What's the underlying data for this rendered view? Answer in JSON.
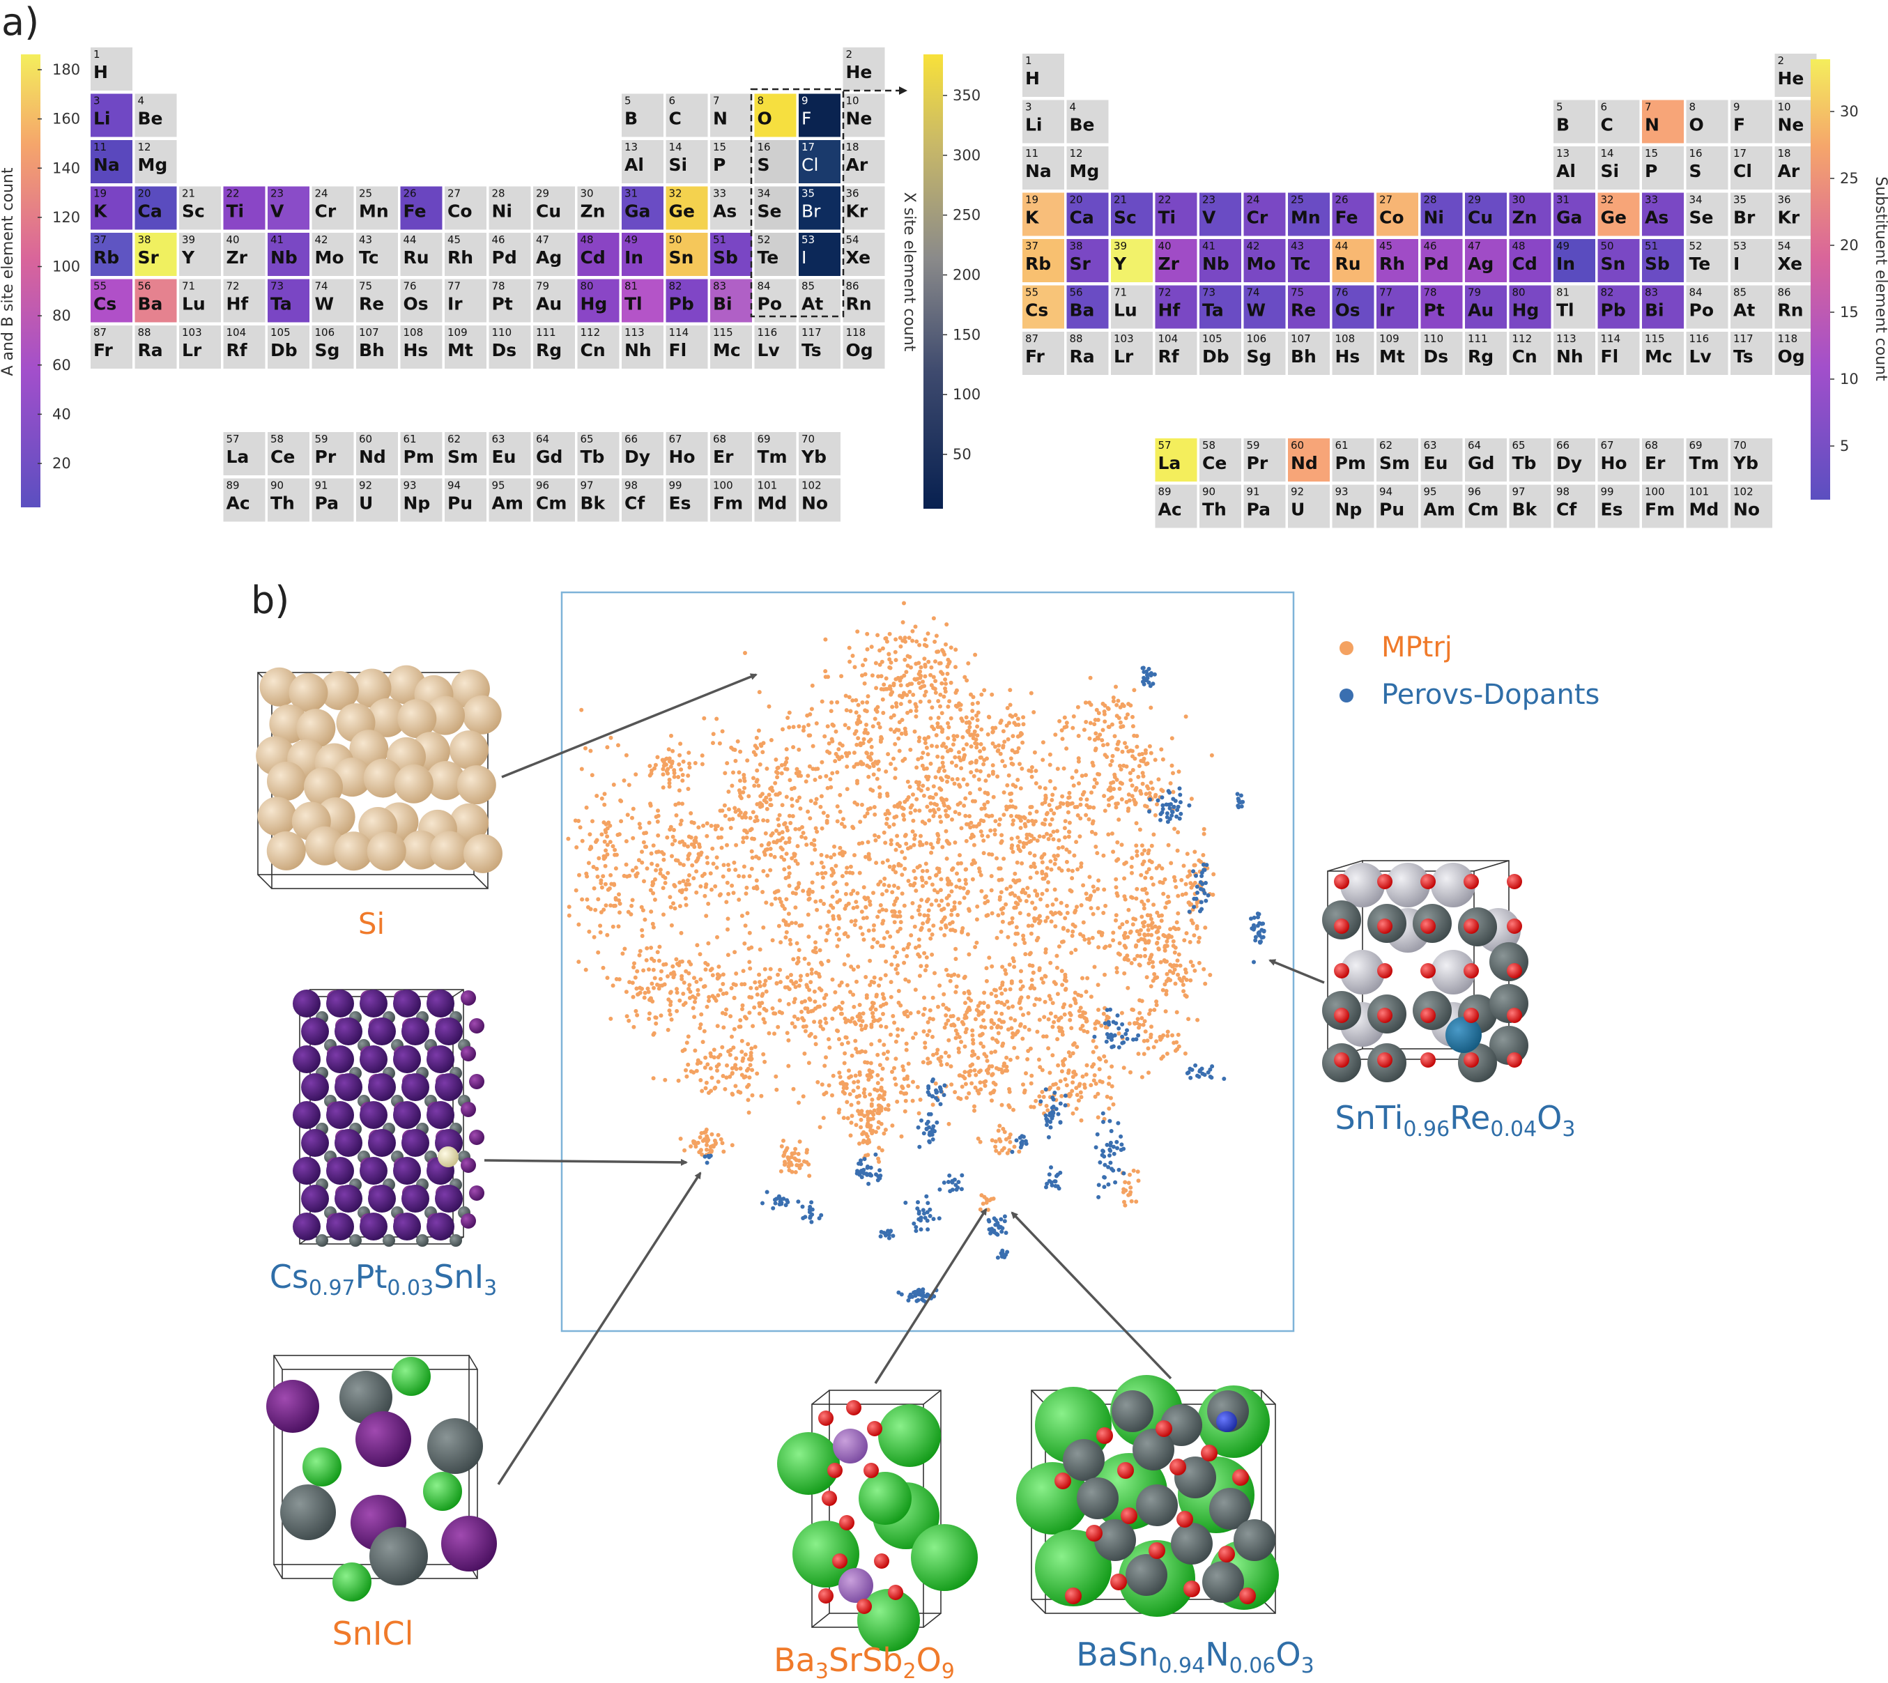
{
  "panel_labels": {
    "a": "a)",
    "b": "b)"
  },
  "panel_a": {
    "left_table": {
      "ab_axis_title": "A and B site element count",
      "ab_ticks": [
        "20",
        "40",
        "60",
        "80",
        "100",
        "120",
        "140",
        "160",
        "180"
      ],
      "x_axis_title": "X site element count",
      "x_ticks": [
        "50",
        "100",
        "150",
        "200",
        "250",
        "300",
        "350"
      ]
    },
    "right_table": {
      "axis_title": "Substituent element count",
      "ticks": [
        "5",
        "10",
        "15",
        "20",
        "25",
        "30"
      ]
    },
    "colors": {
      "empty": "#d9d9d9",
      "plasma_low": "#6a51c7",
      "plasma_mid": "#b454c8",
      "plasma_pink": "#e5828f",
      "plasma_orange": "#f7b574",
      "plasma_yellow": "#f4ee5c",
      "cividis_dark": "#0a2350",
      "cividis_gray": "#bdbdbd",
      "cividis_yellow": "#f6d845"
    }
  },
  "elements": [
    [
      "1",
      "H",
      0,
      0
    ],
    [
      "2",
      "He",
      0,
      17
    ],
    [
      "3",
      "Li",
      1,
      0
    ],
    [
      "4",
      "Be",
      1,
      1
    ],
    [
      "5",
      "B",
      1,
      12
    ],
    [
      "6",
      "C",
      1,
      13
    ],
    [
      "7",
      "N",
      1,
      14
    ],
    [
      "8",
      "O",
      1,
      15
    ],
    [
      "9",
      "F",
      1,
      16
    ],
    [
      "10",
      "Ne",
      1,
      17
    ],
    [
      "11",
      "Na",
      2,
      0
    ],
    [
      "12",
      "Mg",
      2,
      1
    ],
    [
      "13",
      "Al",
      2,
      12
    ],
    [
      "14",
      "Si",
      2,
      13
    ],
    [
      "15",
      "P",
      2,
      14
    ],
    [
      "16",
      "S",
      2,
      15
    ],
    [
      "17",
      "Cl",
      2,
      16
    ],
    [
      "18",
      "Ar",
      2,
      17
    ],
    [
      "19",
      "K",
      3,
      0
    ],
    [
      "20",
      "Ca",
      3,
      1
    ],
    [
      "21",
      "Sc",
      3,
      2
    ],
    [
      "22",
      "Ti",
      3,
      3
    ],
    [
      "23",
      "V",
      3,
      4
    ],
    [
      "24",
      "Cr",
      3,
      5
    ],
    [
      "25",
      "Mn",
      3,
      6
    ],
    [
      "26",
      "Fe",
      3,
      7
    ],
    [
      "27",
      "Co",
      3,
      8
    ],
    [
      "28",
      "Ni",
      3,
      9
    ],
    [
      "29",
      "Cu",
      3,
      10
    ],
    [
      "30",
      "Zn",
      3,
      11
    ],
    [
      "31",
      "Ga",
      3,
      12
    ],
    [
      "32",
      "Ge",
      3,
      13
    ],
    [
      "33",
      "As",
      3,
      14
    ],
    [
      "34",
      "Se",
      3,
      15
    ],
    [
      "35",
      "Br",
      3,
      16
    ],
    [
      "36",
      "Kr",
      3,
      17
    ],
    [
      "37",
      "Rb",
      4,
      0
    ],
    [
      "38",
      "Sr",
      4,
      1
    ],
    [
      "39",
      "Y",
      4,
      2
    ],
    [
      "40",
      "Zr",
      4,
      3
    ],
    [
      "41",
      "Nb",
      4,
      4
    ],
    [
      "42",
      "Mo",
      4,
      5
    ],
    [
      "43",
      "Tc",
      4,
      6
    ],
    [
      "44",
      "Ru",
      4,
      7
    ],
    [
      "45",
      "Rh",
      4,
      8
    ],
    [
      "46",
      "Pd",
      4,
      9
    ],
    [
      "47",
      "Ag",
      4,
      10
    ],
    [
      "48",
      "Cd",
      4,
      11
    ],
    [
      "49",
      "In",
      4,
      12
    ],
    [
      "50",
      "Sn",
      4,
      13
    ],
    [
      "51",
      "Sb",
      4,
      14
    ],
    [
      "52",
      "Te",
      4,
      15
    ],
    [
      "53",
      "I",
      4,
      16
    ],
    [
      "54",
      "Xe",
      4,
      17
    ],
    [
      "55",
      "Cs",
      5,
      0
    ],
    [
      "56",
      "Ba",
      5,
      1
    ],
    [
      "71",
      "Lu",
      5,
      2
    ],
    [
      "72",
      "Hf",
      5,
      3
    ],
    [
      "73",
      "Ta",
      5,
      4
    ],
    [
      "74",
      "W",
      5,
      5
    ],
    [
      "75",
      "Re",
      5,
      6
    ],
    [
      "76",
      "Os",
      5,
      7
    ],
    [
      "77",
      "Ir",
      5,
      8
    ],
    [
      "78",
      "Pt",
      5,
      9
    ],
    [
      "79",
      "Au",
      5,
      10
    ],
    [
      "80",
      "Hg",
      5,
      11
    ],
    [
      "81",
      "Tl",
      5,
      12
    ],
    [
      "82",
      "Pb",
      5,
      13
    ],
    [
      "83",
      "Bi",
      5,
      14
    ],
    [
      "84",
      "Po",
      5,
      15
    ],
    [
      "85",
      "At",
      5,
      16
    ],
    [
      "86",
      "Rn",
      5,
      17
    ],
    [
      "87",
      "Fr",
      6,
      0
    ],
    [
      "88",
      "Ra",
      6,
      1
    ],
    [
      "103",
      "Lr",
      6,
      2
    ],
    [
      "104",
      "Rf",
      6,
      3
    ],
    [
      "105",
      "Db",
      6,
      4
    ],
    [
      "106",
      "Sg",
      6,
      5
    ],
    [
      "107",
      "Bh",
      6,
      6
    ],
    [
      "108",
      "Hs",
      6,
      7
    ],
    [
      "109",
      "Mt",
      6,
      8
    ],
    [
      "110",
      "Ds",
      6,
      9
    ],
    [
      "111",
      "Rg",
      6,
      10
    ],
    [
      "112",
      "Cn",
      6,
      11
    ],
    [
      "113",
      "Nh",
      6,
      12
    ],
    [
      "114",
      "Fl",
      6,
      13
    ],
    [
      "115",
      "Mc",
      6,
      14
    ],
    [
      "116",
      "Lv",
      6,
      15
    ],
    [
      "117",
      "Ts",
      6,
      16
    ],
    [
      "118",
      "Og",
      6,
      17
    ],
    [
      "57",
      "La",
      8,
      3
    ],
    [
      "58",
      "Ce",
      8,
      4
    ],
    [
      "59",
      "Pr",
      8,
      5
    ],
    [
      "60",
      "Nd",
      8,
      6
    ],
    [
      "61",
      "Pm",
      8,
      7
    ],
    [
      "62",
      "Sm",
      8,
      8
    ],
    [
      "63",
      "Eu",
      8,
      9
    ],
    [
      "64",
      "Gd",
      8,
      10
    ],
    [
      "65",
      "Tb",
      8,
      11
    ],
    [
      "66",
      "Dy",
      8,
      12
    ],
    [
      "67",
      "Ho",
      8,
      13
    ],
    [
      "68",
      "Er",
      8,
      14
    ],
    [
      "69",
      "Tm",
      8,
      15
    ],
    [
      "70",
      "Yb",
      8,
      16
    ],
    [
      "89",
      "Ac",
      9,
      3
    ],
    [
      "90",
      "Th",
      9,
      4
    ],
    [
      "91",
      "Pa",
      9,
      5
    ],
    [
      "92",
      "U",
      9,
      6
    ],
    [
      "93",
      "Np",
      9,
      7
    ],
    [
      "94",
      "Pu",
      9,
      8
    ],
    [
      "95",
      "Am",
      9,
      9
    ],
    [
      "96",
      "Cm",
      9,
      10
    ],
    [
      "97",
      "Bk",
      9,
      11
    ],
    [
      "98",
      "Cf",
      9,
      12
    ],
    [
      "99",
      "Es",
      9,
      13
    ],
    [
      "100",
      "Fm",
      9,
      14
    ],
    [
      "101",
      "Md",
      9,
      15
    ],
    [
      "102",
      "No",
      9,
      16
    ]
  ],
  "left_colors": {
    "Li": "#7048c4",
    "Na": "#5a48bd",
    "K": "#7a44c4",
    "Ca": "#5a4cbf",
    "Ti": "#8a46c6",
    "V": "#8a4cc8",
    "Fe": "#6a46c0",
    "Ga": "#6a4cc4",
    "Ge": "#f4d24e",
    "Rb": "#5f55c2",
    "Sr": "#f0f060",
    "Nb": "#7a48c4",
    "Cd": "#8a44c4",
    "In": "#8a44c6",
    "Sn": "#f5c75a",
    "Sb": "#7a46c4",
    "Cs": "#b050c8",
    "Ba": "#e5828f",
    "Ta": "#7a46c4",
    "Hg": "#8a46c6",
    "Tl": "#b454c8",
    "Pb": "#8046c6",
    "Bi": "#b060c6",
    "O": "#f6df3f",
    "F": "#0a2350",
    "S": "#cfcfcf",
    "Cl": "#1a3a6c",
    "Se": "#cfcfcf",
    "Br": "#0e2c5e",
    "Te": "#cfcfcf",
    "I": "#0c2858"
  },
  "right_colors": {
    "N": "#f7a578",
    "Co": "#f7b574",
    "Ge": "#f7a578",
    "K": "#f8be7a",
    "Rb": "#f8c070",
    "Y": "#f2f26a",
    "Ru": "#f8b872",
    "Cs": "#f8c478",
    "Ca": "#6a4cc4",
    "Sc": "#6a4cc4",
    "Ti": "#7a48c4",
    "V": "#6a4cc4",
    "Cr": "#7a48c4",
    "Mn": "#6a4cc4",
    "Fe": "#7a48c4",
    "Ni": "#6a4cc4",
    "Cu": "#6a4cc4",
    "Zn": "#7a48c4",
    "Ga": "#7a48c4",
    "As": "#7a48c4",
    "Sr": "#7a48c4",
    "Zr": "#a04cc6",
    "Nb": "#7a48c4",
    "Mo": "#7a48c4",
    "Tc": "#7a48c4",
    "Rh": "#a04cc6",
    "Pd": "#a04cc6",
    "Ag": "#a04cc6",
    "Cd": "#8a46c6",
    "In": "#5a4cbf",
    "Sn": "#7a48c4",
    "Sb": "#6a4cc4",
    "Ba": "#6a4cc4",
    "Hf": "#7a48c4",
    "Ta": "#6a4cc4",
    "W": "#6a4cc4",
    "Re": "#7a48c4",
    "Os": "#6a4cc4",
    "Ir": "#7a48c4",
    "Pt": "#8a46c6",
    "Au": "#7a48c4",
    "Hg": "#7a48c4",
    "Pb": "#7a48c4",
    "Bi": "#7a48c4",
    "La": "#f4ee5c",
    "Nd": "#f7a578"
  },
  "panel_b": {
    "legend": [
      {
        "label": "MPtrj",
        "color": "#f4a261"
      },
      {
        "label": "Perovs-Dopants",
        "color": "#3a6fb0"
      }
    ],
    "structures": {
      "si": "Si",
      "cspt": {
        "p1": "Cs",
        "s1": "0.97",
        "p2": "Pt",
        "s2": "0.03",
        "p3": "SnI",
        "s3": "3"
      },
      "snicl": "SnICl",
      "basrsb": {
        "p1": "Ba",
        "s1": "3",
        "p2": "SrSb",
        "s2": "2",
        "p3": "O",
        "s3": "9"
      },
      "basnno": {
        "p1": "BaSn",
        "s1": "0.94",
        "p2": "N",
        "s2": "0.06",
        "p3": "O",
        "s3": "3"
      },
      "snti": {
        "p1": "SnTi",
        "s1": "0.96",
        "p2": "Re",
        "s2": "0.04",
        "p3": "O",
        "s3": "3"
      }
    },
    "label_colors": {
      "mp": "#f07a2a",
      "pd": "#2f6ea8"
    }
  }
}
